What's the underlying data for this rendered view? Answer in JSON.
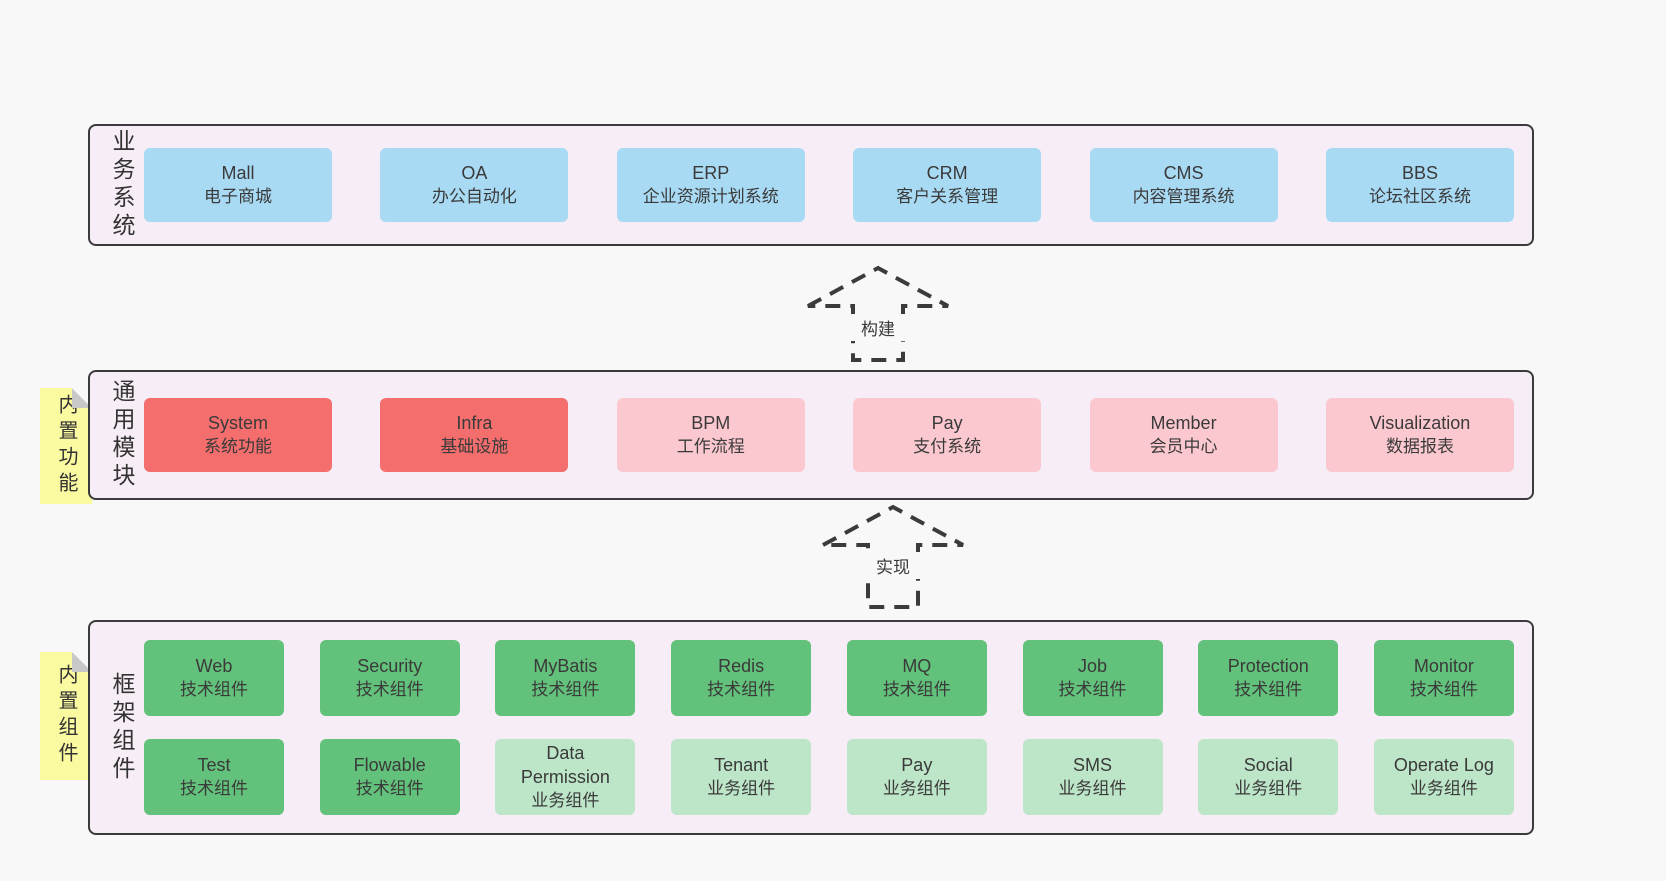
{
  "colors": {
    "page_bg": "#f8f8f8",
    "section_bg": "#f7edf6",
    "border": "#3b3b3b",
    "blue": "#a9daf4",
    "red": "#f56e6e",
    "pink": "#fbc8d0",
    "green": "#62c17a",
    "light_green": "#bde5c8",
    "yellow": "#fafaa0",
    "fold": "#c8c8c8",
    "text": "#3a3a3a"
  },
  "arrows": {
    "build": "构建",
    "implement": "实现"
  },
  "stickies": {
    "features": "内置功能",
    "components": "内置组件"
  },
  "sections": {
    "business": {
      "side_label": "业务系统",
      "boxes": [
        {
          "en": "Mall",
          "zh": "电子商城"
        },
        {
          "en": "OA",
          "zh": "办公自动化"
        },
        {
          "en": "ERP",
          "zh": "企业资源计划系统"
        },
        {
          "en": "CRM",
          "zh": "客户关系管理"
        },
        {
          "en": "CMS",
          "zh": "内容管理系统"
        },
        {
          "en": "BBS",
          "zh": "论坛社区系统"
        }
      ]
    },
    "modules": {
      "side_label": "通用模块",
      "boxes": [
        {
          "en": "System",
          "zh": "系统功能",
          "variant": "red"
        },
        {
          "en": "Infra",
          "zh": "基础设施",
          "variant": "red"
        },
        {
          "en": "BPM",
          "zh": "工作流程",
          "variant": "pink"
        },
        {
          "en": "Pay",
          "zh": "支付系统",
          "variant": "pink"
        },
        {
          "en": "Member",
          "zh": "会员中心",
          "variant": "pink"
        },
        {
          "en": "Visualization",
          "zh": "数据报表",
          "variant": "pink"
        }
      ]
    },
    "framework": {
      "side_label": "框架组件",
      "row1": [
        {
          "en": "Web",
          "zh": "技术组件",
          "variant": "green"
        },
        {
          "en": "Security",
          "zh": "技术组件",
          "variant": "green"
        },
        {
          "en": "MyBatis",
          "zh": "技术组件",
          "variant": "green"
        },
        {
          "en": "Redis",
          "zh": "技术组件",
          "variant": "green"
        },
        {
          "en": "MQ",
          "zh": "技术组件",
          "variant": "green"
        },
        {
          "en": "Job",
          "zh": "技术组件",
          "variant": "green"
        },
        {
          "en": "Protection",
          "zh": "技术组件",
          "variant": "green"
        },
        {
          "en": "Monitor",
          "zh": "技术组件",
          "variant": "green"
        }
      ],
      "row2": [
        {
          "en": "Test",
          "zh": "技术组件",
          "variant": "green"
        },
        {
          "en": "Flowable",
          "zh": "技术组件",
          "variant": "green"
        },
        {
          "en": "Data Permission",
          "zh": "业务组件",
          "variant": "lightgreen"
        },
        {
          "en": "Tenant",
          "zh": "业务组件",
          "variant": "lightgreen"
        },
        {
          "en": "Pay",
          "zh": "业务组件",
          "variant": "lightgreen"
        },
        {
          "en": "SMS",
          "zh": "业务组件",
          "variant": "lightgreen"
        },
        {
          "en": "Social",
          "zh": "业务组件",
          "variant": "lightgreen"
        },
        {
          "en": "Operate Log",
          "zh": "业务组件",
          "variant": "lightgreen"
        }
      ]
    }
  }
}
